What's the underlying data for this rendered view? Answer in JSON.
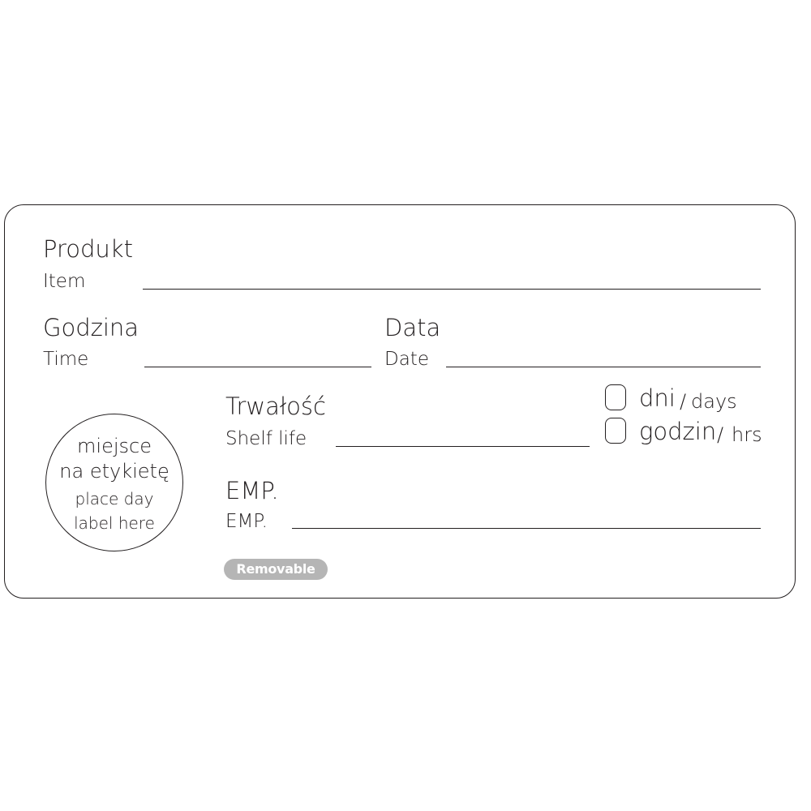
{
  "label": {
    "item": {
      "title_pl": "Produkt",
      "title_en": "Item"
    },
    "time": {
      "title_pl": "Godzina",
      "title_en": "Time"
    },
    "date": {
      "title_pl": "Data",
      "title_en": "Date"
    },
    "shelf_life": {
      "title_pl": "Trwałość",
      "title_en": "Shelf life"
    },
    "emp": {
      "title_pl": "EMP.",
      "title_en": "EMP."
    },
    "options": {
      "days": {
        "pl": "dni",
        "sep": "/",
        "en": "days"
      },
      "hours": {
        "pl": "godzin",
        "sep": "/",
        "en": "hrs"
      }
    },
    "day_label_spot": {
      "line1": "miejsce",
      "line2": "na etykietę",
      "line3": "place day",
      "line4": "label here"
    },
    "badge": "Removable"
  }
}
